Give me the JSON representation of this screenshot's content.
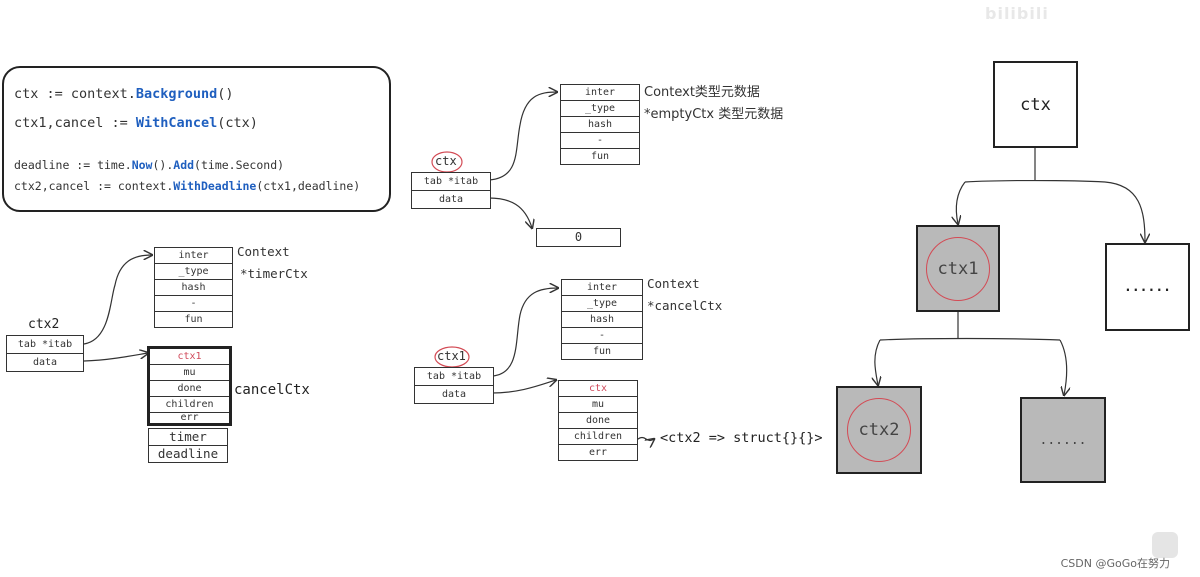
{
  "watermark": "bilibili",
  "code": {
    "line1_pre": "ctx := context.",
    "line1_kw": "Background",
    "line1_post": "()",
    "line2_pre": "ctx1,cancel := ",
    "line2_kw": "WithCancel",
    "line2_post": "(ctx)",
    "line3_pre": "deadline := time.",
    "line3_kw1": "Now",
    "line3_mid": "().",
    "line3_kw2": "Add",
    "line3_post": "(time.Second)",
    "line4_pre": "ctx2,cancel := context.",
    "line4_kw": "WithDeadline",
    "line4_post": "(ctx1,deadline)"
  },
  "diagram_left": {
    "var_name": "ctx2",
    "iface_rows": [
      "tab *itab",
      "data"
    ],
    "type_table": [
      "inter",
      "_type",
      "hash",
      "-",
      "fun"
    ],
    "type_label1": "Context",
    "type_label2": "*timerCtx",
    "cancel_table": [
      "ctx1",
      "mu",
      "done",
      "children",
      "err"
    ],
    "cancel_label": "cancelCtx",
    "timer_table": [
      "timer",
      "deadline"
    ]
  },
  "diagram_mid_top": {
    "var_name": "ctx",
    "iface_rows": [
      "tab *itab",
      "data"
    ],
    "type_table": [
      "inter",
      "_type",
      "hash",
      "-",
      "fun"
    ],
    "type_label1": "Context类型元数据",
    "type_label2": "*emptyCtx 类型元数据",
    "data_value": "0"
  },
  "diagram_mid_bottom": {
    "var_name": "ctx1",
    "iface_rows": [
      "tab *itab",
      "data"
    ],
    "type_table": [
      "inter",
      "_type",
      "hash",
      "-",
      "fun"
    ],
    "type_label1": "Context",
    "type_label2": "*cancelCtx",
    "cancel_table": [
      "ctx",
      "mu",
      "done",
      "children",
      "err"
    ],
    "children_note": "<ctx2 => struct{}{}>"
  },
  "tree": {
    "root": "ctx",
    "child1": "ctx1",
    "child1_sibling": "......",
    "child2": "ctx2",
    "child2_sibling": "......"
  },
  "footer": "CSDN @GoGo在努力"
}
